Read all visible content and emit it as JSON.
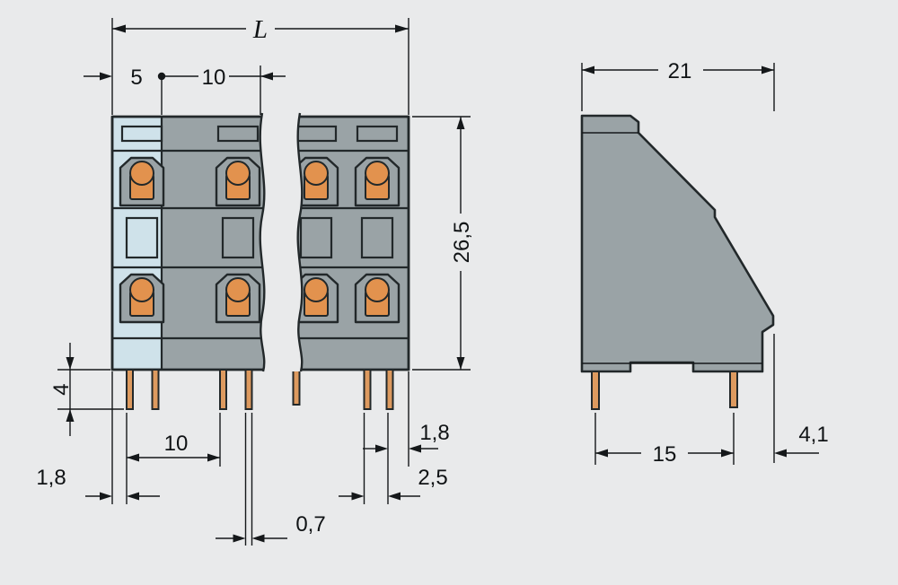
{
  "drawing": {
    "type": "terminal-block-dimension-drawing",
    "views": {
      "front": {
        "labels": {
          "overall_width": "L",
          "edge_offset": "5",
          "pole_pitch": "10",
          "height": "26,5",
          "pin_length": "4",
          "left_edge_to_pin": "1,8",
          "pin_pitch": "10",
          "pin_thickness": "0,7",
          "pin_pair_spacing": "2,5",
          "pin_to_right_edge": "1,8"
        }
      },
      "side": {
        "labels": {
          "depth": "21",
          "pin_row_spacing": "15",
          "pin_to_rear_edge": "4,1"
        }
      }
    },
    "colors": {
      "background": "#e9eaeb",
      "housing_gray": "#9aa3a6",
      "actuator_orange": "#e2924e",
      "pin_tan": "#dd9a5f",
      "marking_blue": "#cfe2ea",
      "line_dark": "#22282a"
    }
  }
}
